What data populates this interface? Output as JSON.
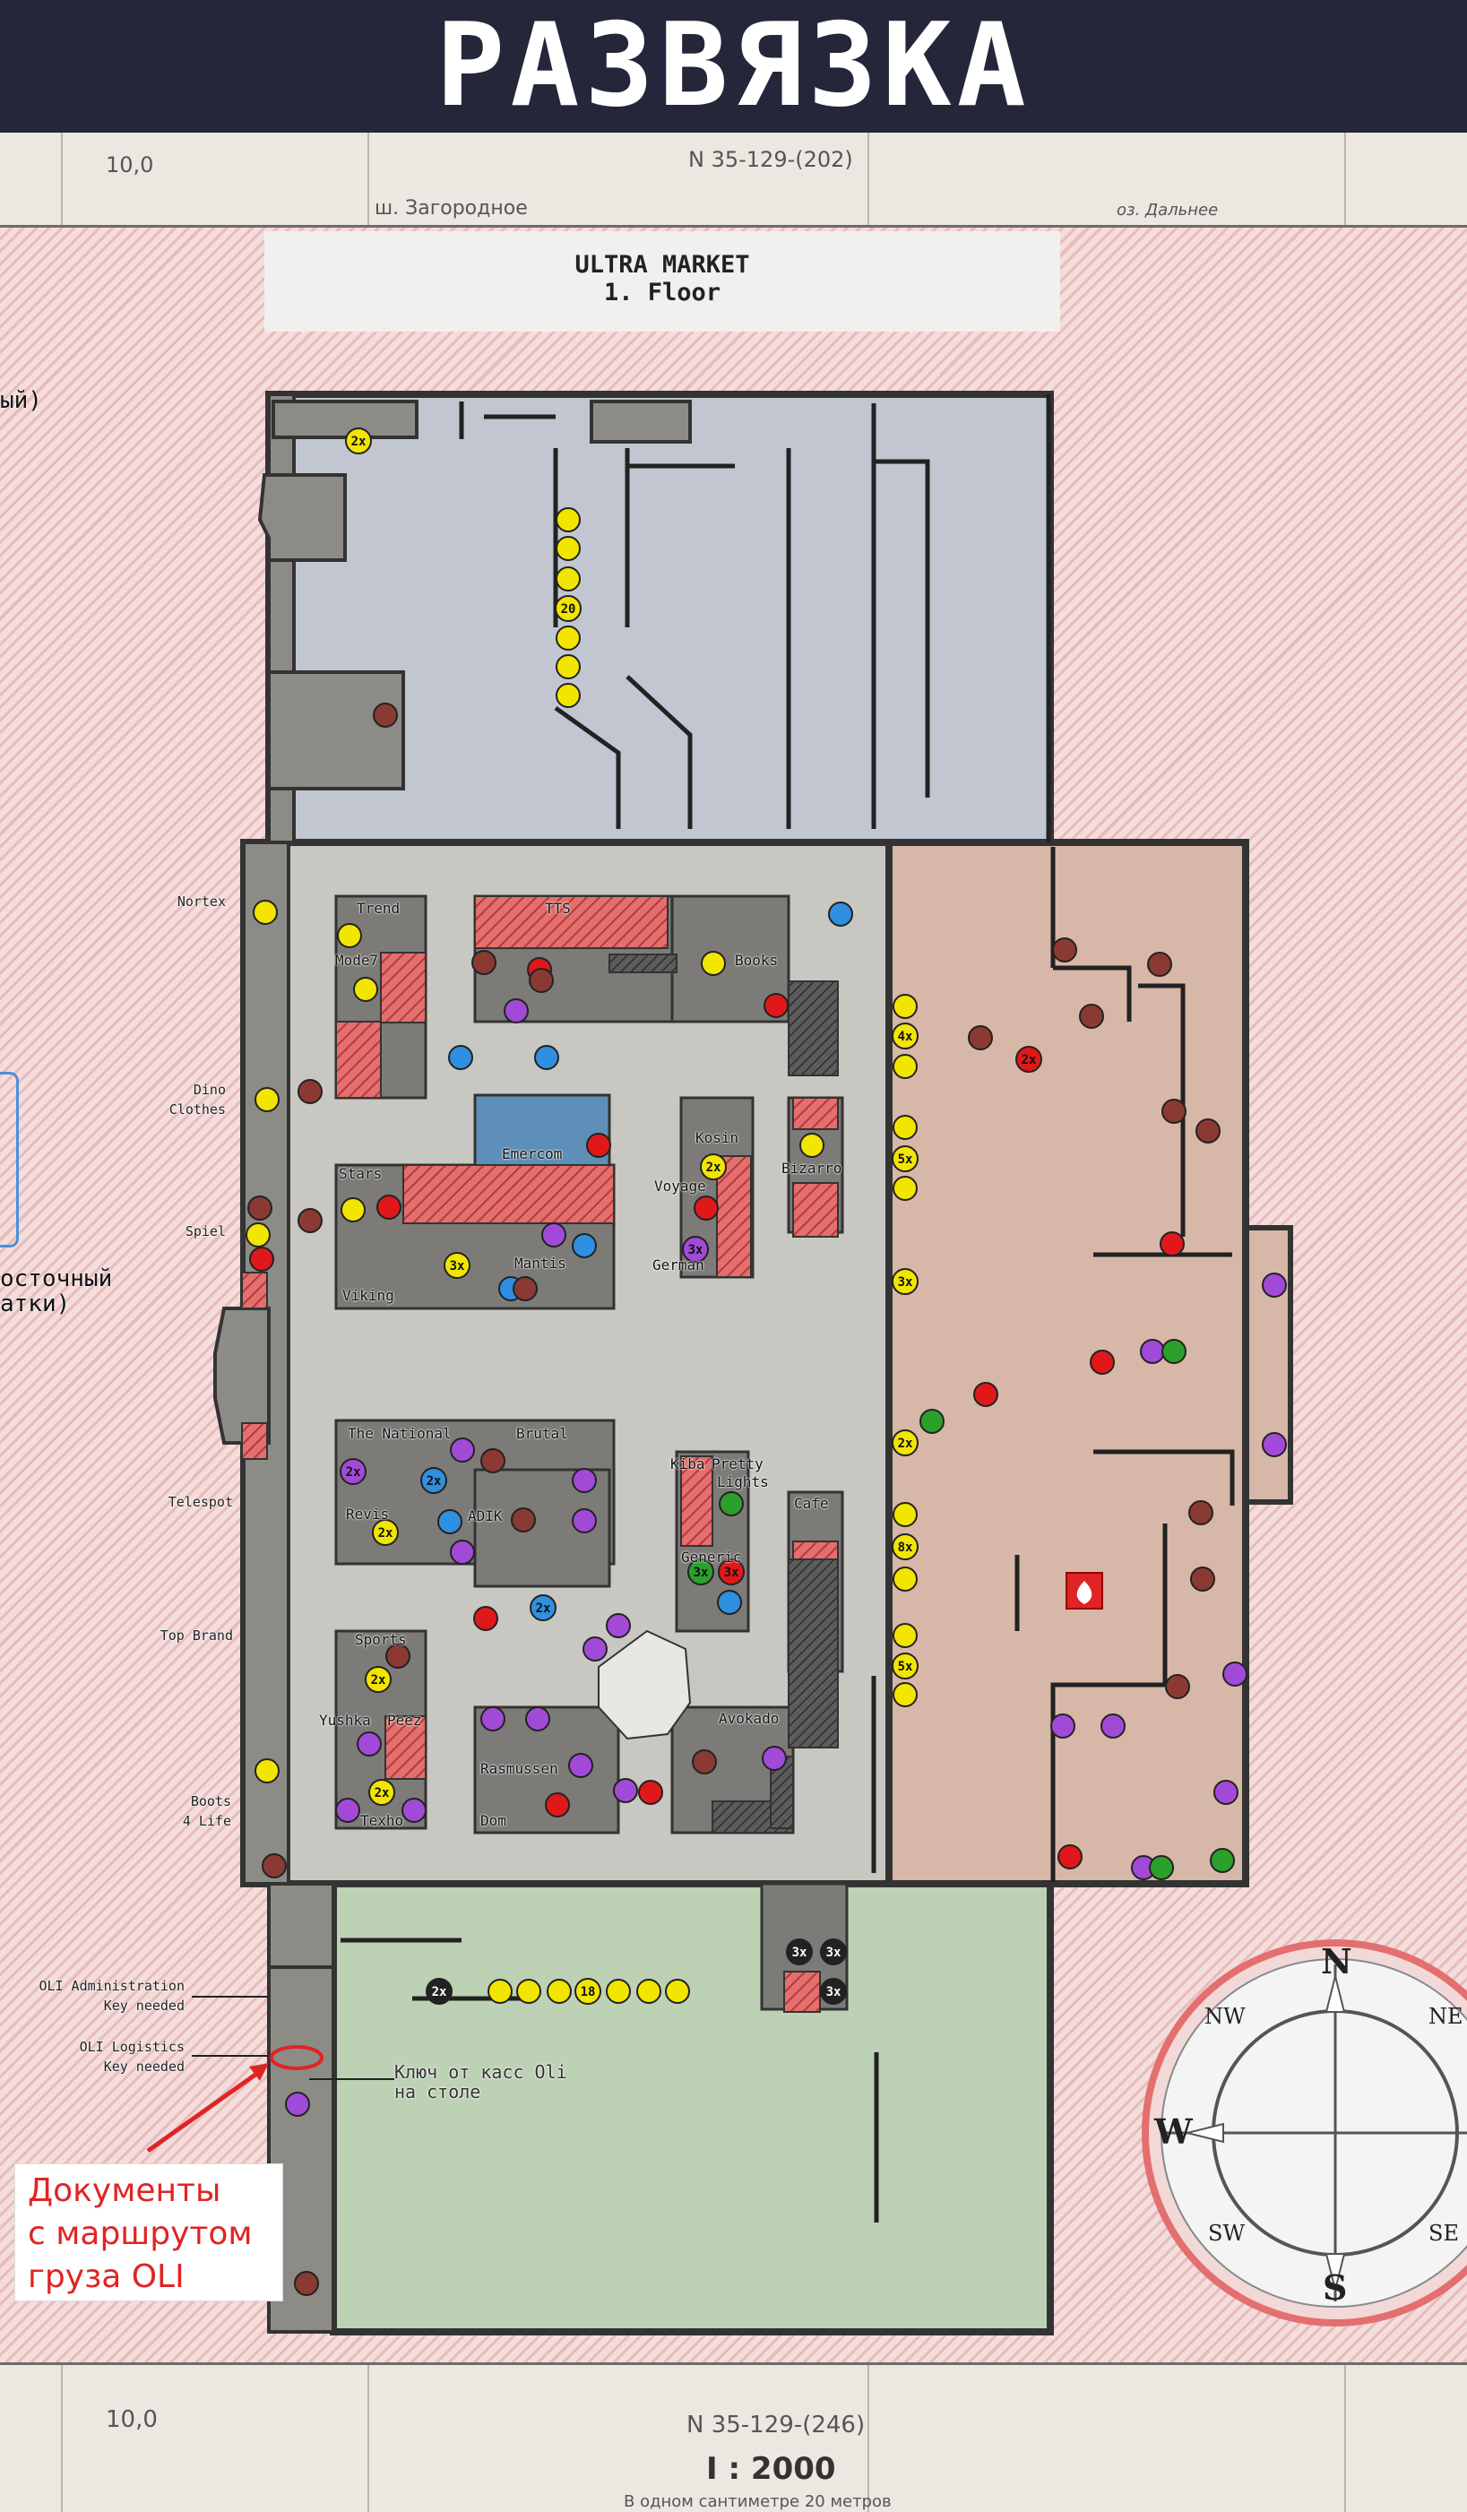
{
  "header": {
    "title": "РАЗВЯЗКА"
  },
  "map_sheet": {
    "top_left_grid": "10,0",
    "top_sheet_id": "N  35-129-(202)",
    "top_road": "ш. Загородное",
    "top_right_name": "оз. Дальнее",
    "bottom_left_grid": "10,0",
    "bottom_sheet_id": "N  35-129-(246)",
    "scale": "I : 2000",
    "scale_note": "В одном сантиметре 20 метров"
  },
  "floor_title": {
    "line1": "ULTRA MARKET",
    "line2": "1. Floor"
  },
  "edge_text": {
    "top": "ый)",
    "middle_line1": "осточный",
    "middle_line2": "атки)"
  },
  "side_labels": [
    "Nortex",
    "Dino",
    "Clothes",
    "Spiel",
    "Telespot",
    "Top Brand",
    "Boots",
    "4 Life"
  ],
  "store_labels": {
    "trend": "Trend",
    "mode7": "Mode7",
    "tts": "TTS",
    "books": "Books",
    "emercom": "Emercom",
    "stars": "Stars",
    "mantis": "Mantis",
    "viking": "Viking",
    "kosin": "Kosin",
    "voyage": "Voyage",
    "german": "German",
    "bizarro": "Bizarro",
    "the_national": "The National",
    "brutal": "Brutal",
    "revis": "Revis",
    "adik": "ADIK",
    "kiba": "Kiba",
    "pretty_lights_1": "Pretty",
    "pretty_lights_2": "Lights",
    "cafe": "Cafe",
    "generic": "Generic",
    "sports": "Sports",
    "yushka": "Yushka",
    "peez": "Peez",
    "rasmussen": "Rasmussen",
    "avokado": "Avokado",
    "texho": "Texho",
    "dom": "Dom"
  },
  "markers": {
    "x2": "2x",
    "x3": "3x",
    "x4": "4x",
    "x5": "5x",
    "x8": "8x",
    "twenty": "20",
    "eighteen": "18"
  },
  "legend_notes": {
    "oli_admin_1": "OLI Administration",
    "oli_admin_2": "Key needed",
    "oli_logistics_1": "OLI Logistics",
    "oli_logistics_2": "Key needed",
    "cashier_key_1": "Ключ от касс Oli",
    "cashier_key_2": "на столе"
  },
  "callout": {
    "line1": "Документы",
    "line2": "с маршрутом",
    "line3": "груза OLI",
    "color": "#e02424"
  },
  "compass": {
    "n": "N",
    "s": "S",
    "w": "W",
    "nw": "NW",
    "ne": "NE",
    "sw": "SW",
    "se": "SE"
  },
  "colors": {
    "yellow_loot": "#f2e500",
    "red_loot": "#e0181a",
    "purple_loot": "#a24ad8",
    "blue_loot": "#2f8fe0",
    "green_loot": "#2ba02b",
    "brown_loot": "#8a3a33",
    "zone_north": "#c2c6d0",
    "zone_center": "#c9c7c2",
    "zone_east": "#d7b7a8",
    "zone_south": "#bdd1b4"
  }
}
